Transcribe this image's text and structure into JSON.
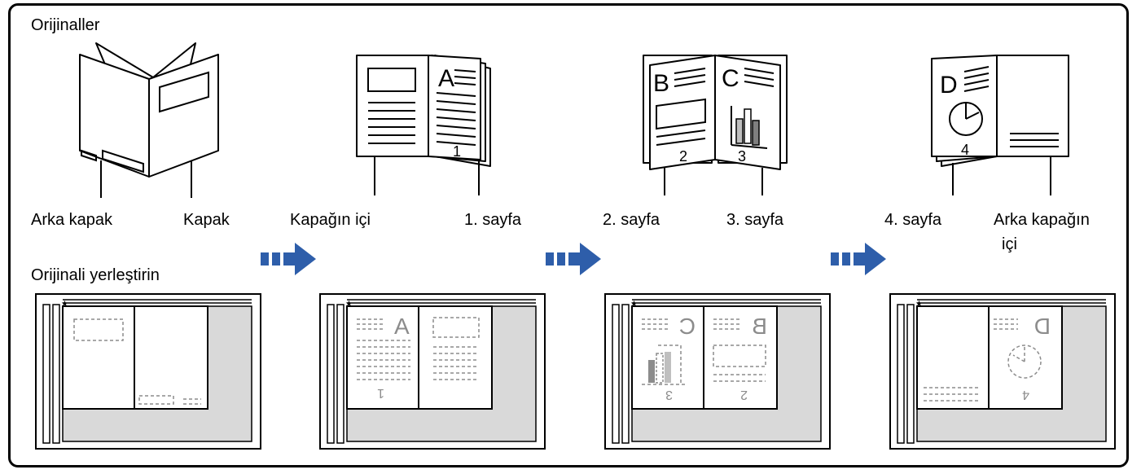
{
  "header": {
    "originals": "Orijinaller",
    "place": "Orijinali yerleştirin"
  },
  "labels": {
    "back_cover": "Arka kapak",
    "cover": "Kapak",
    "inside_cover": "Kapağın içi",
    "page1": "1. sayfa",
    "page2": "2. sayfa",
    "page3": "3. sayfa",
    "page4": "4. sayfa",
    "inside_back_line1": "Arka kapağın",
    "inside_back_line2": "içi"
  },
  "book_marks": {
    "A": "A",
    "B": "B",
    "C": "C",
    "D": "D",
    "n1": "1",
    "n2": "2",
    "n3": "3",
    "n4": "4"
  },
  "colors": {
    "arrow": "#2E5EAA",
    "glass": "#d9d9d9",
    "dashed": "#8c8c8c"
  }
}
